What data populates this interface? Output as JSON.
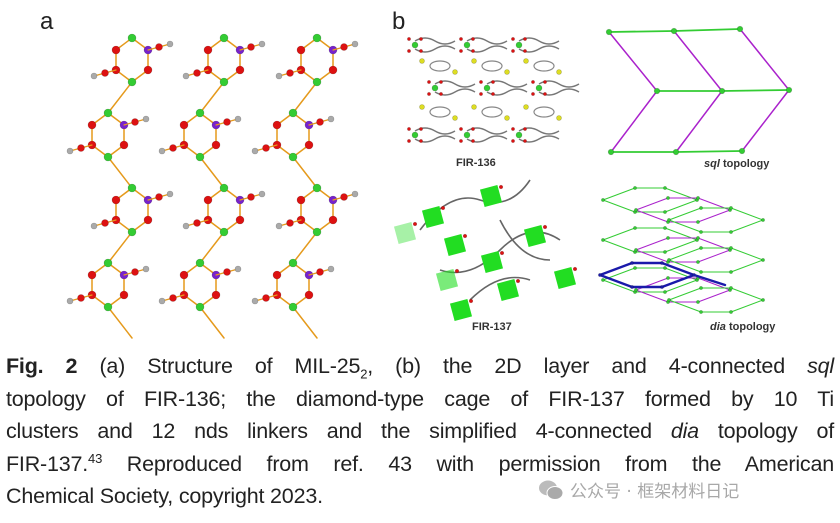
{
  "figure": {
    "panel_a_label": "a",
    "panel_b_label": "b",
    "fir136_label": "FIR-136",
    "sql_italic": "sql",
    "sql_rest": " topology",
    "fir137_label": "FIR-137",
    "dia_italic": "dia",
    "dia_rest": " topology",
    "colors": {
      "green": "#33cc33",
      "red": "#dd1111",
      "purple": "#7722cc",
      "grey": "#aaaaaa",
      "orange": "#e59a1c",
      "yellow": "#dddd22",
      "magenta": "#aa22cc",
      "blue": "#1a1aaa"
    }
  },
  "caption": {
    "line1": {
      "fig": "Fig. 2",
      "t1": " (a) Structure of MIL-25",
      "sub": "2",
      "t2": ", (b) the 2D layer and 4-connected ",
      "it": "sql"
    },
    "line2": {
      "t1": "topology of FIR-136; the diamond-type cage of FIR-137 formed by 10 Ti"
    },
    "line3": {
      "t1": "clusters and 12 nds linkers and the simplified 4-connected ",
      "it": "dia",
      "t2": " topology of"
    },
    "line4": {
      "t1": "FIR-137.",
      "sup": "43",
      "t2": " Reproduced from ref. 43 with permission from the American"
    },
    "line5": {
      "t1": "Chemical Society, copyright 2023."
    }
  },
  "watermark": {
    "text": "公众号 · 框架材料日记"
  }
}
